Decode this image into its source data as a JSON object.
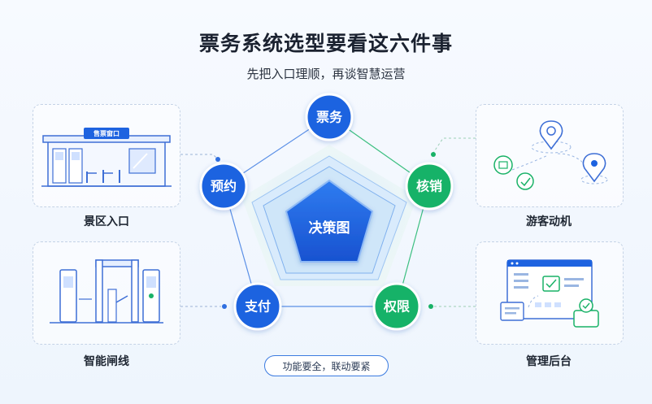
{
  "header": {
    "title": "票务系统选型要看这六件事",
    "subtitle": "先把入口理顺，再谈智慧运营"
  },
  "center": {
    "label": "决策图"
  },
  "nodes": [
    {
      "id": "piaowu",
      "label": "票务",
      "color": "#1e63e0"
    },
    {
      "id": "hexiao",
      "label": "核销",
      "color": "#19b267"
    },
    {
      "id": "quanxian",
      "label": "权限",
      "color": "#19b267"
    },
    {
      "id": "zhifu",
      "label": "支付",
      "color": "#1e63e0"
    },
    {
      "id": "yuyue",
      "label": "预约",
      "color": "#1e63e0"
    }
  ],
  "panels": {
    "top_left": {
      "label": "景区入口",
      "sign": "售票窗口"
    },
    "bottom_left": {
      "label": "智能闸线"
    },
    "top_right": {
      "label": "游客动机"
    },
    "bottom_right": {
      "label": "管理后台"
    }
  },
  "footer": {
    "pill": "功能要全，联动要紧"
  },
  "colors": {
    "blue": "#1e63e0",
    "green": "#19b267",
    "line": "#5a8fe6"
  }
}
